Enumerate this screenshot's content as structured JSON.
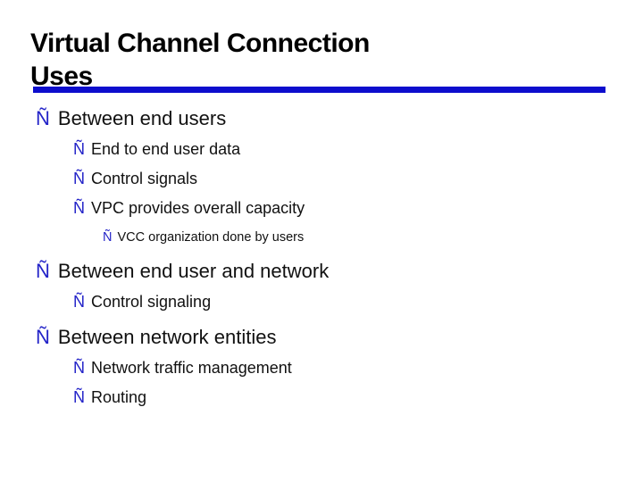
{
  "slide": {
    "title": {
      "line1": "Virtual Channel Connection",
      "line2": "Uses"
    },
    "bullet_char": "Ñ",
    "colors": {
      "rule_blue": "#0d0dcd",
      "bullet_blue": "#2323c8",
      "title_black": "#000000",
      "body_text": "#111111",
      "background": "#ffffff"
    },
    "items": [
      {
        "level": 1,
        "text": "Between end users"
      },
      {
        "level": 2,
        "text": "End to end user data"
      },
      {
        "level": 2,
        "text": "Control signals"
      },
      {
        "level": 2,
        "text": "VPC provides overall capacity"
      },
      {
        "level": 3,
        "text": "VCC organization done by users"
      },
      {
        "level": 1,
        "text": "Between end user and network"
      },
      {
        "level": 2,
        "text": "Control signaling"
      },
      {
        "level": 1,
        "text": "Between network entities"
      },
      {
        "level": 2,
        "text": "Network traffic management"
      },
      {
        "level": 2,
        "text": "Routing"
      }
    ]
  }
}
